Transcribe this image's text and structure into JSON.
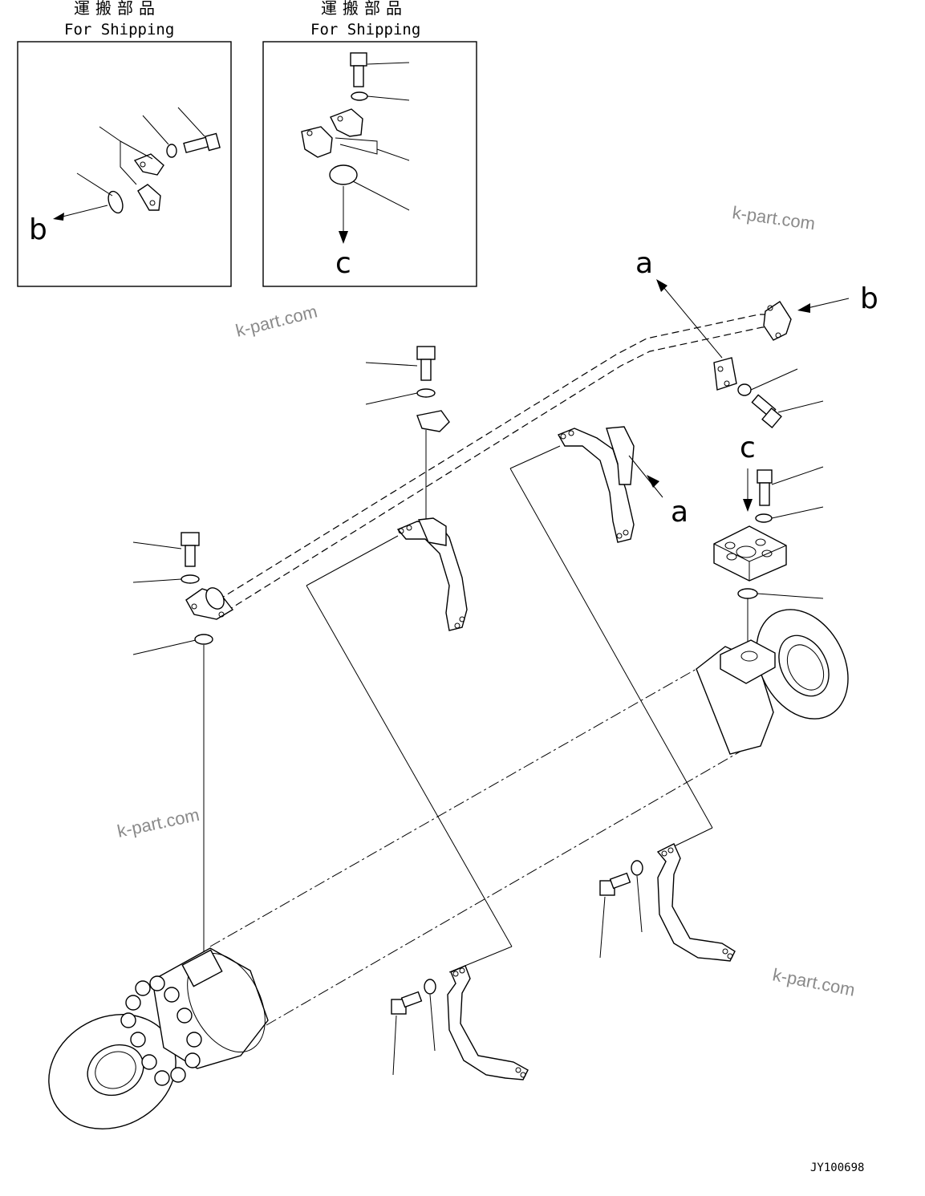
{
  "shipping_boxes": [
    {
      "jp_label": "運搬部品",
      "en_label": "For Shipping",
      "ref": "b"
    },
    {
      "jp_label": "運搬部品",
      "en_label": "For Shipping",
      "ref": "c"
    }
  ],
  "ref_labels": {
    "a_top": "a",
    "a_mid": "a",
    "b_right": "b",
    "c_right": "c"
  },
  "watermarks": [
    "k-part.com",
    "k-part.com",
    "k-part.com",
    "k-part.com"
  ],
  "drawing_code": "JY100698"
}
